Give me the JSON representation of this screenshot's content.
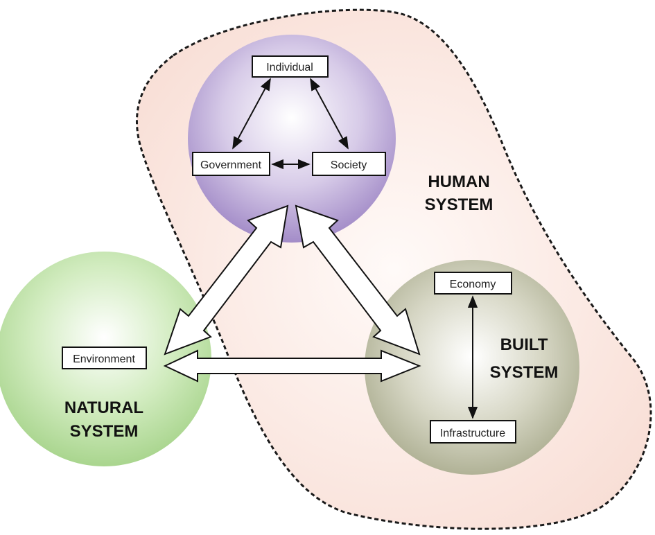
{
  "human_system": {
    "label_line1": "HUMAN",
    "label_line2": "SYSTEM",
    "nodes": {
      "individual": "Individual",
      "government": "Government",
      "society": "Society"
    }
  },
  "built_system": {
    "label_line1": "BUILT",
    "label_line2": "SYSTEM",
    "nodes": {
      "economy": "Economy",
      "infrastructure": "Infrastructure"
    }
  },
  "natural_system": {
    "label_line1": "NATURAL",
    "label_line2": "SYSTEM",
    "nodes": {
      "environment": "Environment"
    }
  },
  "colors": {
    "human_circle": "#a38cc8",
    "built_circle": "#a8aa8c",
    "natural_circle": "#a9d58e",
    "human_region": "#fbe3dc",
    "dashed_border": "#1a1a1a"
  }
}
